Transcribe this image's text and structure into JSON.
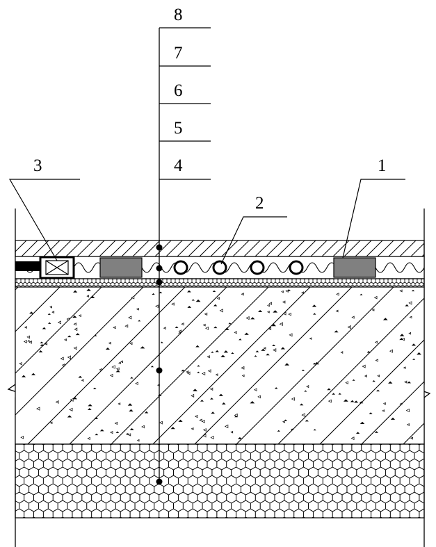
{
  "labels": {
    "l1": "1",
    "l2": "2",
    "l3": "3",
    "l4": "4",
    "l5": "5",
    "l6": "6",
    "l7": "7",
    "l8": "8"
  },
  "colors": {
    "line": "#000000",
    "block_fill": "#808080",
    "background": "#ffffff"
  }
}
